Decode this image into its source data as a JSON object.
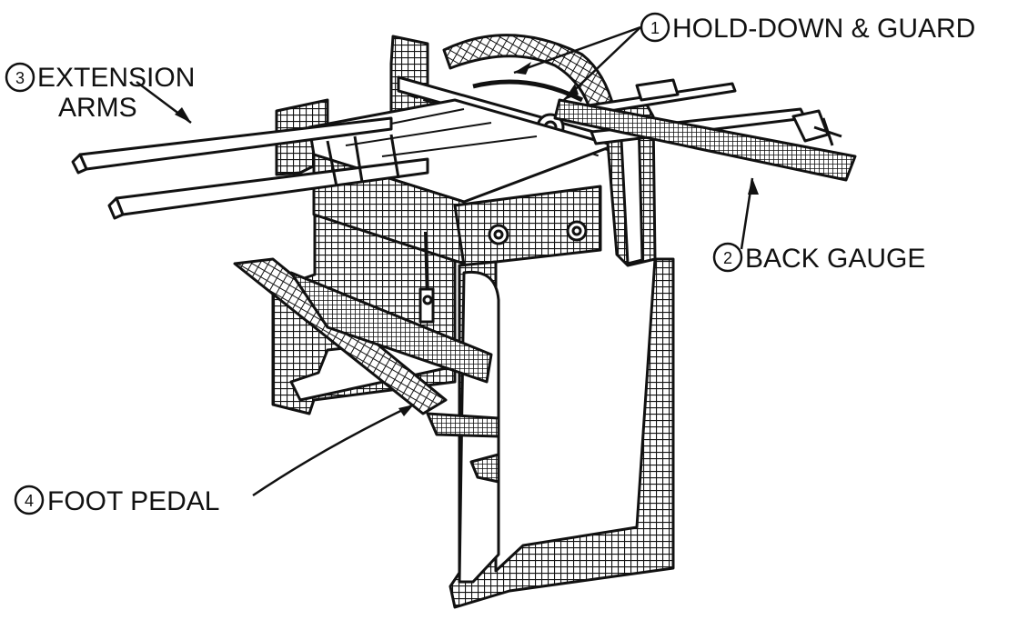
{
  "callouts": [
    {
      "number": "1",
      "text": "HOLD-DOWN & GUARD"
    },
    {
      "number": "2",
      "text": "BACK GAUGE"
    },
    {
      "number": "3",
      "line1": "EXTENSION",
      "line2": "ARMS"
    },
    {
      "number": "4",
      "text": "FOOT PEDAL"
    }
  ],
  "colors": {
    "ink": "#111111",
    "paper": "#ffffff"
  }
}
